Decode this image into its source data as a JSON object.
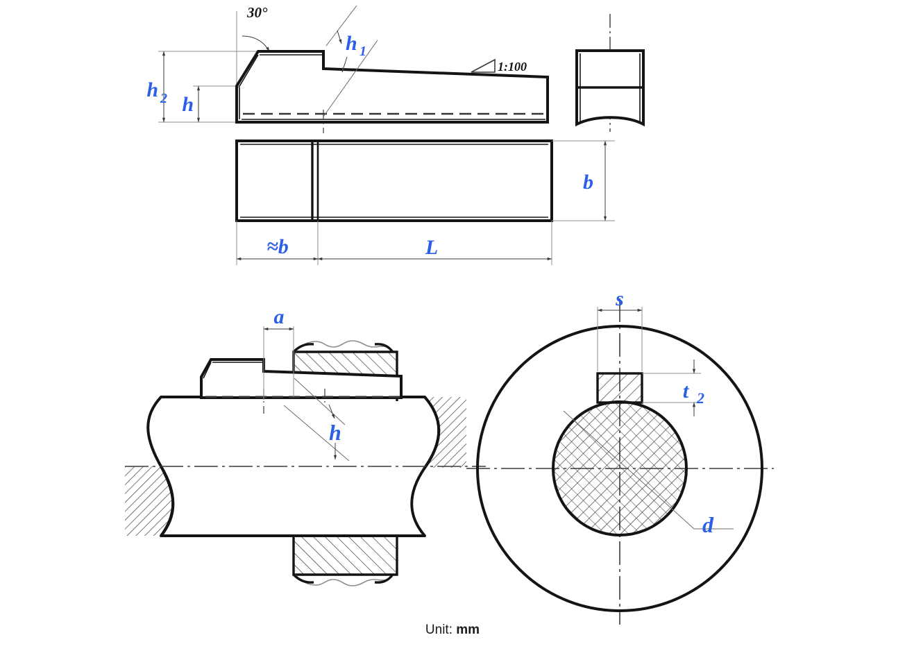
{
  "document": {
    "type": "engineering-drawing",
    "subject": "Gib-head taper key (woodruff/taper key) — four orthographic views with installation section",
    "caption_prefix": "Unit:",
    "caption_unit": "mm"
  },
  "colors": {
    "symbol_blue": "#2b5fe8",
    "line_black": "#141414",
    "thin_gray": "#6a6a6a",
    "background": "#ffffff"
  },
  "views": {
    "side_elevation": {
      "name": "Side elevation of taper key with gib head",
      "annotations": {
        "angle": "30°",
        "taper_ratio": "1:100",
        "height_overall": "h2",
        "height_head": "h",
        "height_key": "h1"
      }
    },
    "end_view": {
      "name": "End view of gib head"
    },
    "plan_view": {
      "name": "Plan view of taper key",
      "annotations": {
        "head_length": "≈b",
        "key_length": "L",
        "width": "b"
      }
    },
    "assembly_section": {
      "name": "Longitudinal section of key installed in shaft and hub",
      "annotations": {
        "head_clearance": "a",
        "key_depth": "h"
      }
    },
    "cross_section": {
      "name": "Transverse section through shaft, key and hub",
      "annotations": {
        "keyway_width": "s",
        "hub_keyway_depth": "t 2",
        "shaft_diameter": "d"
      }
    }
  },
  "symbols": {
    "h2": {
      "base": "h",
      "sub": "2"
    },
    "h": {
      "base": "h",
      "sub": ""
    },
    "h1": {
      "base": "h",
      "sub": "1"
    },
    "b": {
      "base": "b",
      "sub": ""
    },
    "approx_b": {
      "base": "≈b",
      "sub": ""
    },
    "L": {
      "base": "L",
      "sub": ""
    },
    "a": {
      "base": "a",
      "sub": ""
    },
    "s": {
      "base": "s",
      "sub": ""
    },
    "t2": {
      "base": "t",
      "sub": "2"
    },
    "d": {
      "base": "d",
      "sub": ""
    },
    "angle30": "30°",
    "taper": "1:100"
  }
}
